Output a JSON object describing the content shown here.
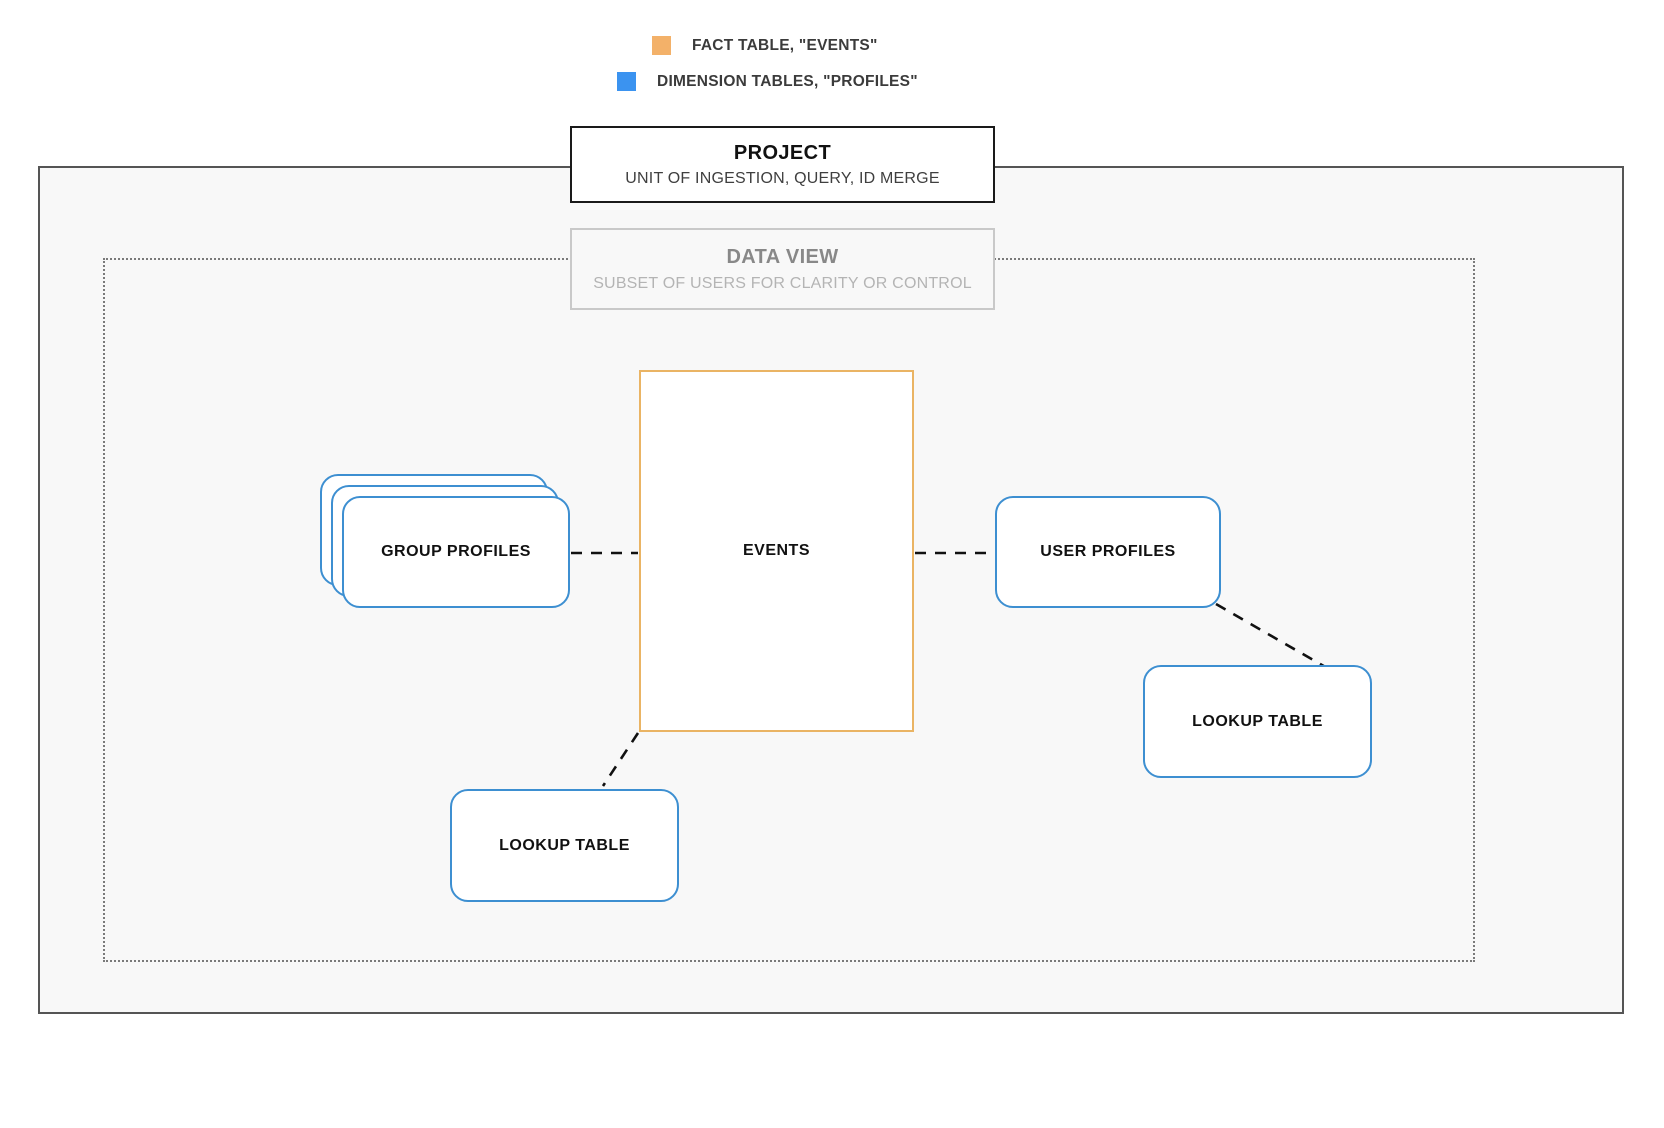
{
  "legend": {
    "items": [
      {
        "id": "fact-table",
        "label": "FACT TABLE, \"EVENTS\"",
        "color": "#f3b169",
        "icon": "square-swatch-icon"
      },
      {
        "id": "dimension-tables",
        "label": "DIMENSION TABLES, \"PROFILES\"",
        "color": "#3b93f0",
        "icon": "square-swatch-icon"
      }
    ]
  },
  "project": {
    "title": "PROJECT",
    "subtitle": "UNIT OF INGESTION, QUERY, ID MERGE",
    "border_color": "#1a1a1a",
    "background": "#f8f8f8"
  },
  "data_view": {
    "title": "DATA VIEW",
    "subtitle": "SUBSET OF USERS FOR CLARITY OR CONTROL",
    "border_color": "#c9c9c9",
    "text_color": "#b4b4b4",
    "container_border": "dotted #7a7a7a"
  },
  "tables": {
    "events": {
      "label": "EVENTS",
      "type": "fact",
      "color": "#eab464"
    },
    "group_profiles": {
      "label": "GROUP PROFILES",
      "type": "dimension",
      "color": "#3d8fd1",
      "stacked": true,
      "stack_count": 3
    },
    "user_profiles": {
      "label": "USER PROFILES",
      "type": "dimension",
      "color": "#3d8fd1"
    },
    "lookup_table_left": {
      "label": "LOOKUP TABLE",
      "type": "dimension",
      "color": "#3d8fd1"
    },
    "lookup_table_right": {
      "label": "LOOKUP TABLE",
      "type": "dimension",
      "color": "#3d8fd1"
    }
  },
  "connections": [
    {
      "id": "group-to-events",
      "from": "group_profiles",
      "to": "events",
      "style": "dashed"
    },
    {
      "id": "events-to-user",
      "from": "events",
      "to": "user_profiles",
      "style": "dashed"
    },
    {
      "id": "user-to-lookup-right",
      "from": "user_profiles",
      "to": "lookup_table_right",
      "style": "dashed"
    },
    {
      "id": "events-to-lookup-left",
      "from": "events",
      "to": "lookup_table_left",
      "style": "dashed"
    }
  ]
}
